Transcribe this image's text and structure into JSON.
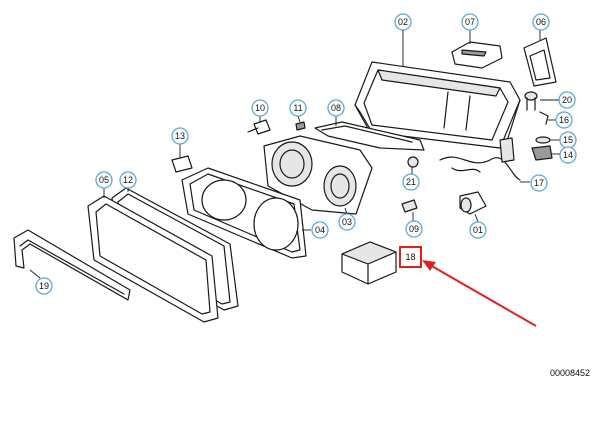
{
  "diagram": {
    "drawing_number": "00008452",
    "highlighted_part": "18",
    "callouts": [
      {
        "id": "c02",
        "label": "02"
      },
      {
        "id": "c07",
        "label": "07"
      },
      {
        "id": "c06",
        "label": "06"
      },
      {
        "id": "c20",
        "label": "20"
      },
      {
        "id": "c16",
        "label": "16"
      },
      {
        "id": "c15",
        "label": "15"
      },
      {
        "id": "c14",
        "label": "14"
      },
      {
        "id": "c17",
        "label": "17"
      },
      {
        "id": "c10",
        "label": "10"
      },
      {
        "id": "c11",
        "label": "11"
      },
      {
        "id": "c08",
        "label": "08"
      },
      {
        "id": "c13",
        "label": "13"
      },
      {
        "id": "c21",
        "label": "21"
      },
      {
        "id": "c05",
        "label": "05"
      },
      {
        "id": "c12",
        "label": "12"
      },
      {
        "id": "c03",
        "label": "03"
      },
      {
        "id": "c04",
        "label": "04"
      },
      {
        "id": "c09",
        "label": "09"
      },
      {
        "id": "c01",
        "label": "01"
      },
      {
        "id": "c19",
        "label": "19"
      }
    ]
  }
}
